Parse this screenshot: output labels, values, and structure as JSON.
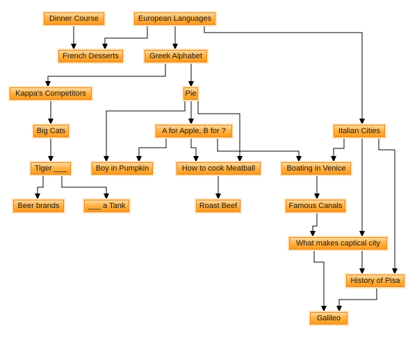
{
  "nodes": [
    {
      "id": "dinner",
      "label": "Dinner Course"
    },
    {
      "id": "euro",
      "label": "European Languages"
    },
    {
      "id": "french",
      "label": "French Desserts"
    },
    {
      "id": "greek",
      "label": "Greek Alphabet"
    },
    {
      "id": "kappa",
      "label": "Kappa's Competitors"
    },
    {
      "id": "pie",
      "label": "Pie"
    },
    {
      "id": "bigcats",
      "label": "Big Cats"
    },
    {
      "id": "afor",
      "label": "A for Apple, B for ?"
    },
    {
      "id": "italian",
      "label": "Italian Cities"
    },
    {
      "id": "tiger",
      "label": "Tiger ___"
    },
    {
      "id": "boy",
      "label": "Boy in Pumpkin"
    },
    {
      "id": "meatball",
      "label": "How to cook Meatball"
    },
    {
      "id": "boating",
      "label": "Boating in Venice"
    },
    {
      "id": "beer",
      "label": "Beer brands"
    },
    {
      "id": "tank",
      "label": "___ a Tank"
    },
    {
      "id": "roast",
      "label": "Roast Beef"
    },
    {
      "id": "canals",
      "label": "Famous Canals"
    },
    {
      "id": "capital",
      "label": "What makes captical city"
    },
    {
      "id": "pisa",
      "label": "History of Pisa"
    },
    {
      "id": "galileo",
      "label": "Galileo"
    }
  ],
  "edges": [
    {
      "from": "dinner",
      "to": "french"
    },
    {
      "from": "euro",
      "to": "french"
    },
    {
      "from": "euro",
      "to": "greek"
    },
    {
      "from": "euro",
      "to": "italian"
    },
    {
      "from": "greek",
      "to": "kappa"
    },
    {
      "from": "greek",
      "to": "pie"
    },
    {
      "from": "kappa",
      "to": "bigcats"
    },
    {
      "from": "bigcats",
      "to": "tiger"
    },
    {
      "from": "tiger",
      "to": "beer"
    },
    {
      "from": "tiger",
      "to": "tank"
    },
    {
      "from": "pie",
      "to": "boy"
    },
    {
      "from": "pie",
      "to": "afor"
    },
    {
      "from": "pie",
      "to": "meatball"
    },
    {
      "from": "afor",
      "to": "boy"
    },
    {
      "from": "afor",
      "to": "meatball"
    },
    {
      "from": "afor",
      "to": "boating"
    },
    {
      "from": "meatball",
      "to": "roast"
    },
    {
      "from": "italian",
      "to": "boating"
    },
    {
      "from": "italian",
      "to": "capital"
    },
    {
      "from": "italian",
      "to": "pisa"
    },
    {
      "from": "boating",
      "to": "canals"
    },
    {
      "from": "canals",
      "to": "capital"
    },
    {
      "from": "capital",
      "to": "galileo"
    },
    {
      "from": "capital",
      "to": "pisa"
    },
    {
      "from": "pisa",
      "to": "galileo"
    }
  ]
}
